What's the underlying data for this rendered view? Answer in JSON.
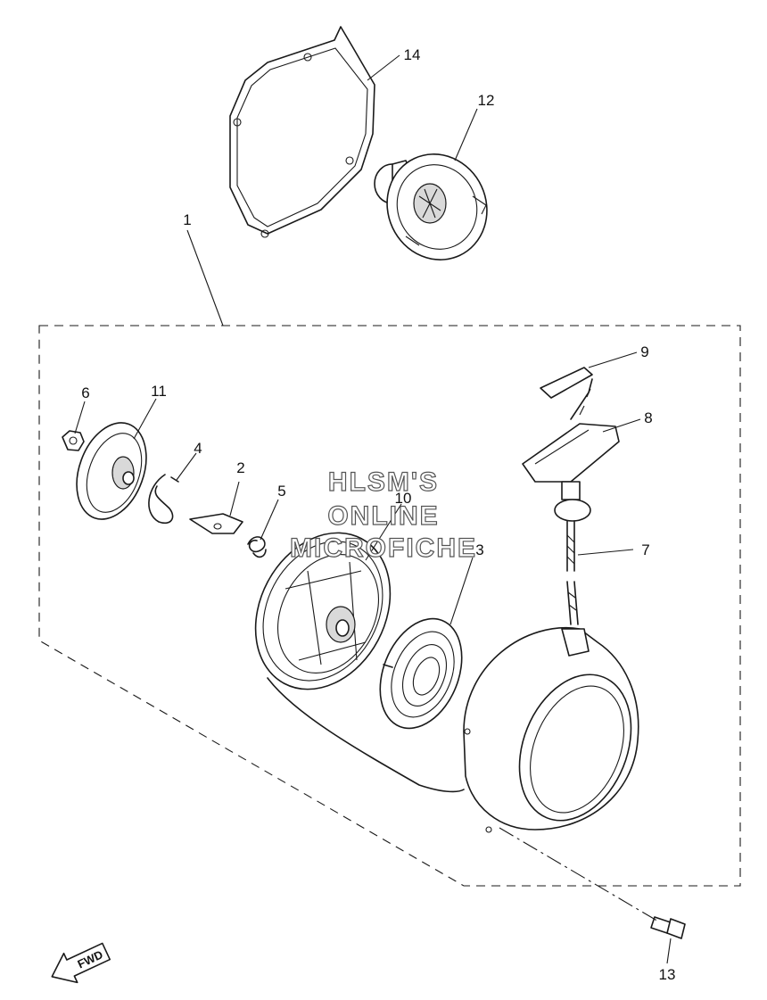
{
  "watermark": {
    "lines": [
      "HLSM'S",
      "ONLINE",
      "MICROFICHE"
    ]
  },
  "direction_marker": {
    "label": "FWD"
  },
  "callouts": [
    {
      "id": "1",
      "label": "1"
    },
    {
      "id": "2",
      "label": "2"
    },
    {
      "id": "3",
      "label": "3"
    },
    {
      "id": "4",
      "label": "4"
    },
    {
      "id": "5",
      "label": "5"
    },
    {
      "id": "6",
      "label": "6"
    },
    {
      "id": "7",
      "label": "7"
    },
    {
      "id": "8",
      "label": "8"
    },
    {
      "id": "9",
      "label": "9"
    },
    {
      "id": "10",
      "label": "10"
    },
    {
      "id": "11",
      "label": "11"
    },
    {
      "id": "12",
      "label": "12"
    },
    {
      "id": "13",
      "label": "13"
    },
    {
      "id": "14",
      "label": "14"
    }
  ],
  "colors": {
    "line": "#1a1a1a",
    "background": "#ffffff"
  }
}
